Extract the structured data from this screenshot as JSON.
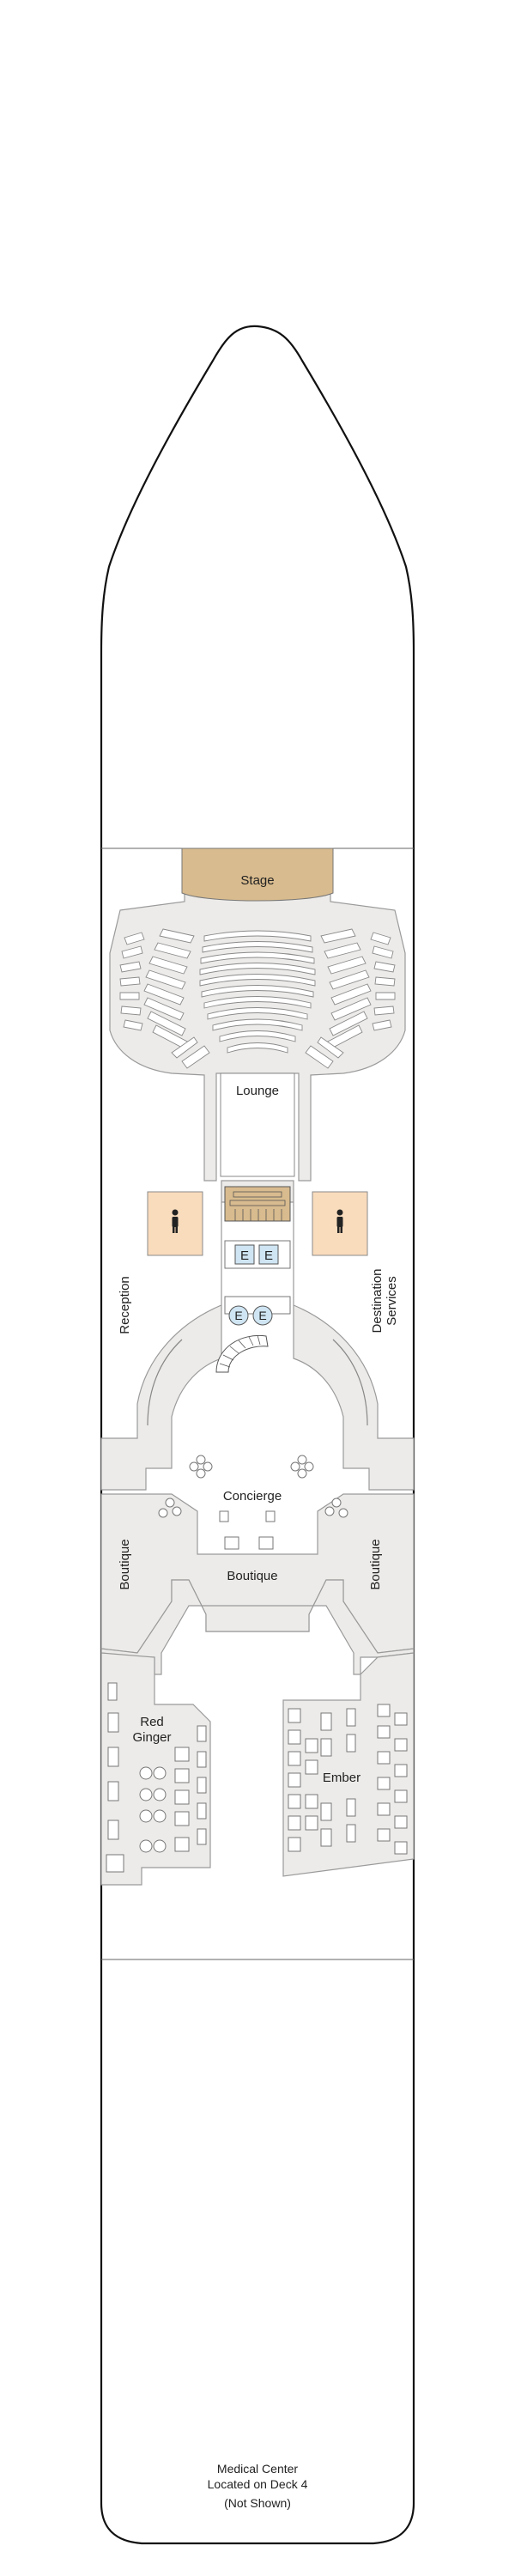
{
  "labels": {
    "stage": "Stage",
    "lounge": "Lounge",
    "reception": "Reception",
    "destination_services_line1": "Destination",
    "destination_services_line2": "Services",
    "concierge": "Concierge",
    "boutique_left": "Boutique",
    "boutique_center": "Boutique",
    "boutique_right": "Boutique",
    "red_ginger_line1": "Red",
    "red_ginger_line2": "Ginger",
    "ember": "Ember",
    "elevator_label": "E"
  },
  "note": {
    "line1": "Medical Center",
    "line2": "Located on Deck 4",
    "line3": "(Not Shown)"
  },
  "colors": {
    "stage": "#d8bb8e",
    "restroom": "#f9dcbc",
    "elevator": "#cfe5f3",
    "public_floor": "#ecebe9"
  },
  "icons": {
    "restroom_left": "person-icon",
    "restroom_right": "person-icon"
  }
}
